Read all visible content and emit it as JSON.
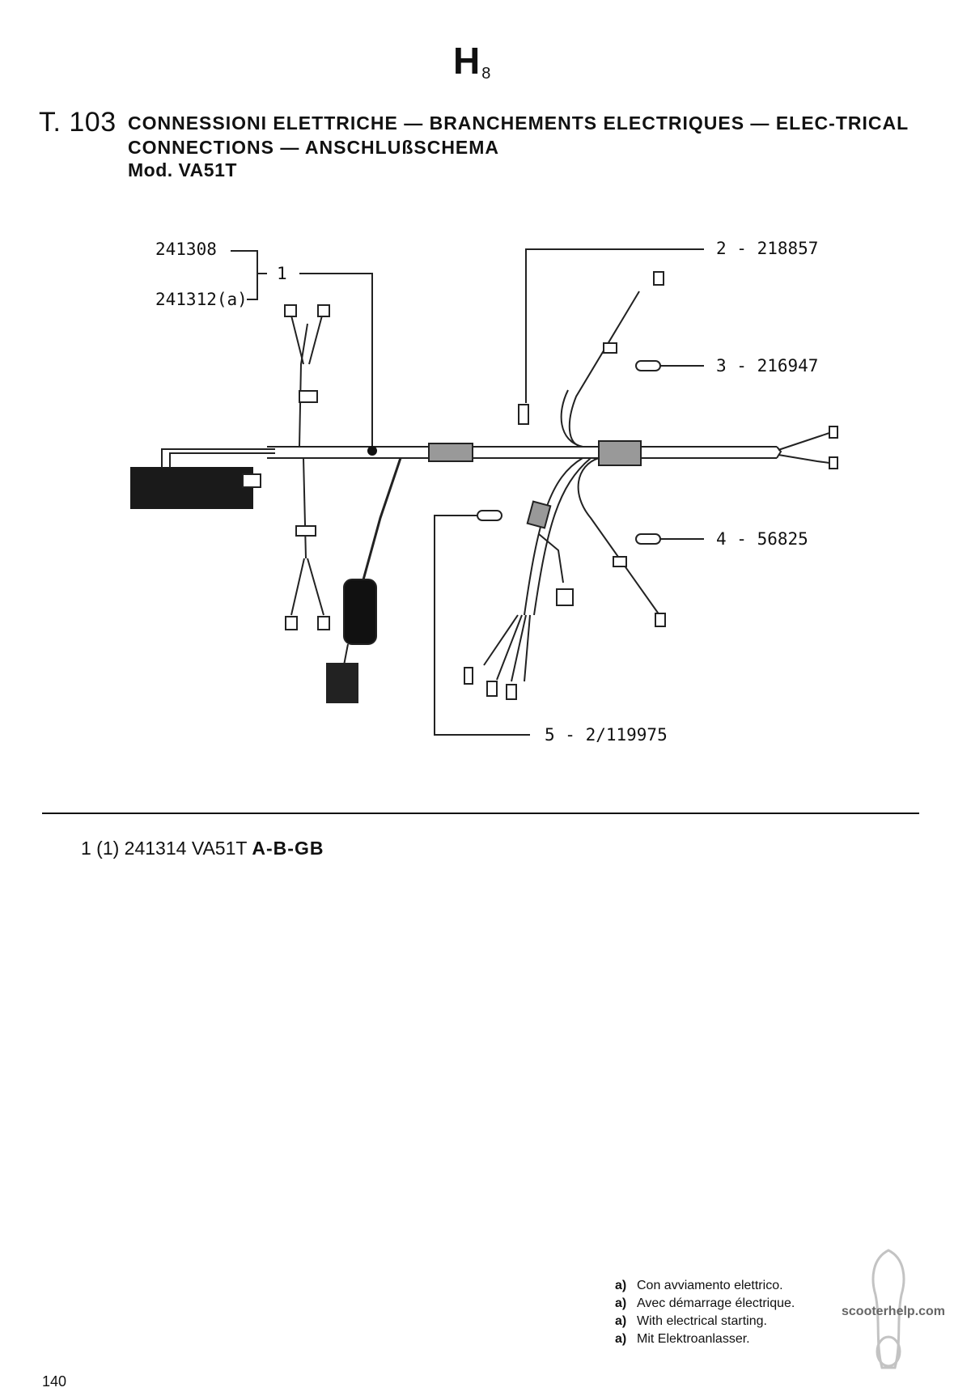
{
  "header": {
    "sheet_code_main": "H",
    "sheet_code_sub": "8",
    "table_no": "T. 103",
    "title": "CONNESSIONI ELETTRICHE — BRANCHEMENTS ELECTRIQUES — ELEC-TRICAL CONNECTIONS — ANSCHLUßSCHEMA",
    "model": "Mod. VA51T"
  },
  "diagram": {
    "callouts": {
      "ref_a": "241308",
      "ref_b": "241312(a)",
      "item1": "1",
      "item2": "2 - 218857",
      "item3": "3 - 216947",
      "item4": "4 - 56825",
      "item5": "5 - 2/119975"
    }
  },
  "part_line": {
    "text": "1 (1) 241314 VA51T",
    "suffix": "A-B-GB"
  },
  "footnotes": [
    {
      "key": "a)",
      "text": "Con avviamento elettrico."
    },
    {
      "key": "a)",
      "text": "Avec démarrage électrique."
    },
    {
      "key": "a)",
      "text": "With electrical starting."
    },
    {
      "key": "a)",
      "text": "Mit Elektroanlasser."
    }
  ],
  "page_number": "140",
  "watermark": "scooterhelp.com"
}
